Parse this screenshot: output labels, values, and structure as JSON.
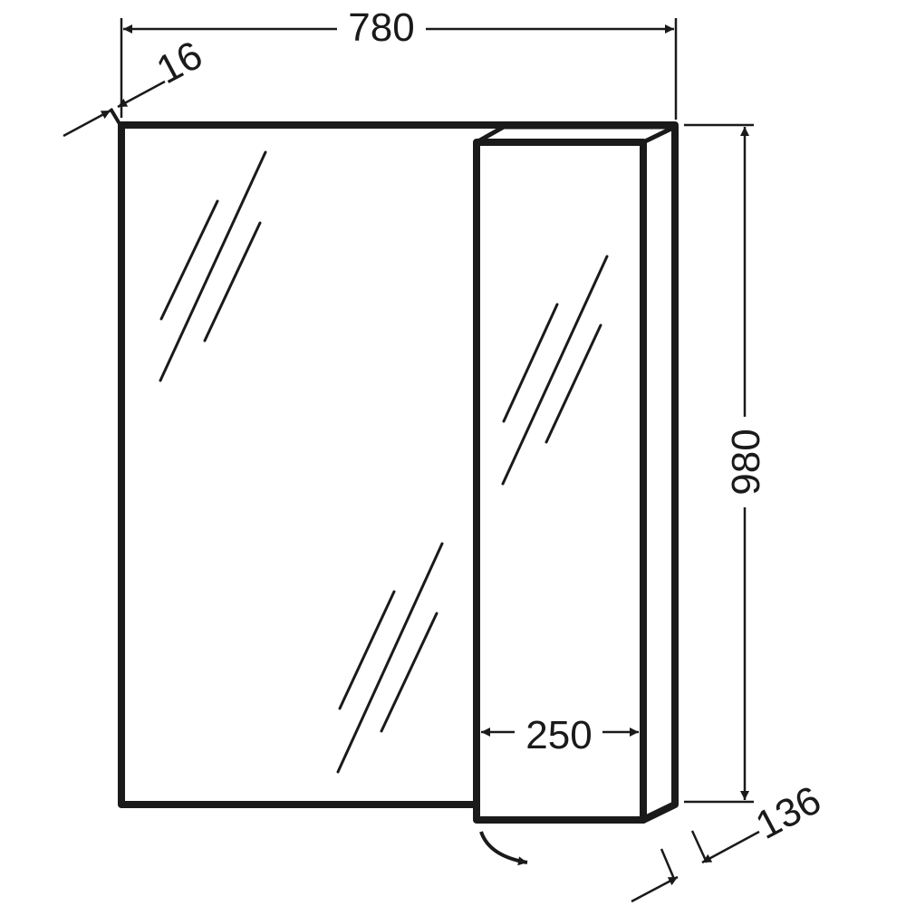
{
  "dimensions": {
    "total_width": "780",
    "frame_thickness": "16",
    "height": "980",
    "cabinet_door_width": "250",
    "depth": "136"
  },
  "colors": {
    "line": "#1a1a1a",
    "background": "#ffffff"
  },
  "icons": {
    "door_swing": "curved-arrow-icon"
  }
}
